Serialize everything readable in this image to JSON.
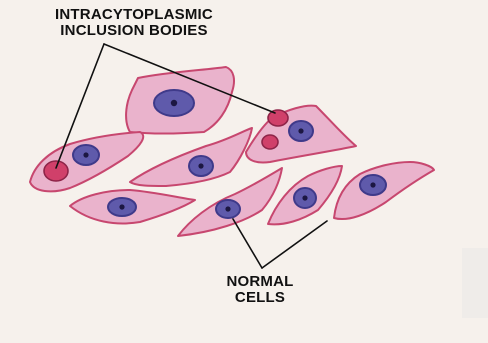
{
  "labels": {
    "inclusion_line1": "INTRACYTOPLASMIC",
    "inclusion_line2": "INCLUSION BODIES",
    "normal_line1": "NORMAL",
    "normal_line2": "CELLS"
  },
  "colors": {
    "background": "#f6f1ec",
    "cytoplasm": "#eab3cc",
    "cell_outline": "#c7476f",
    "nucleus": "#5f5aab",
    "nucleus_outline": "#3f3a8a",
    "nucleolus": "#1c1742",
    "inclusion_body": "#d0406a",
    "leader_line": "#111111",
    "text": "#111111"
  }
}
